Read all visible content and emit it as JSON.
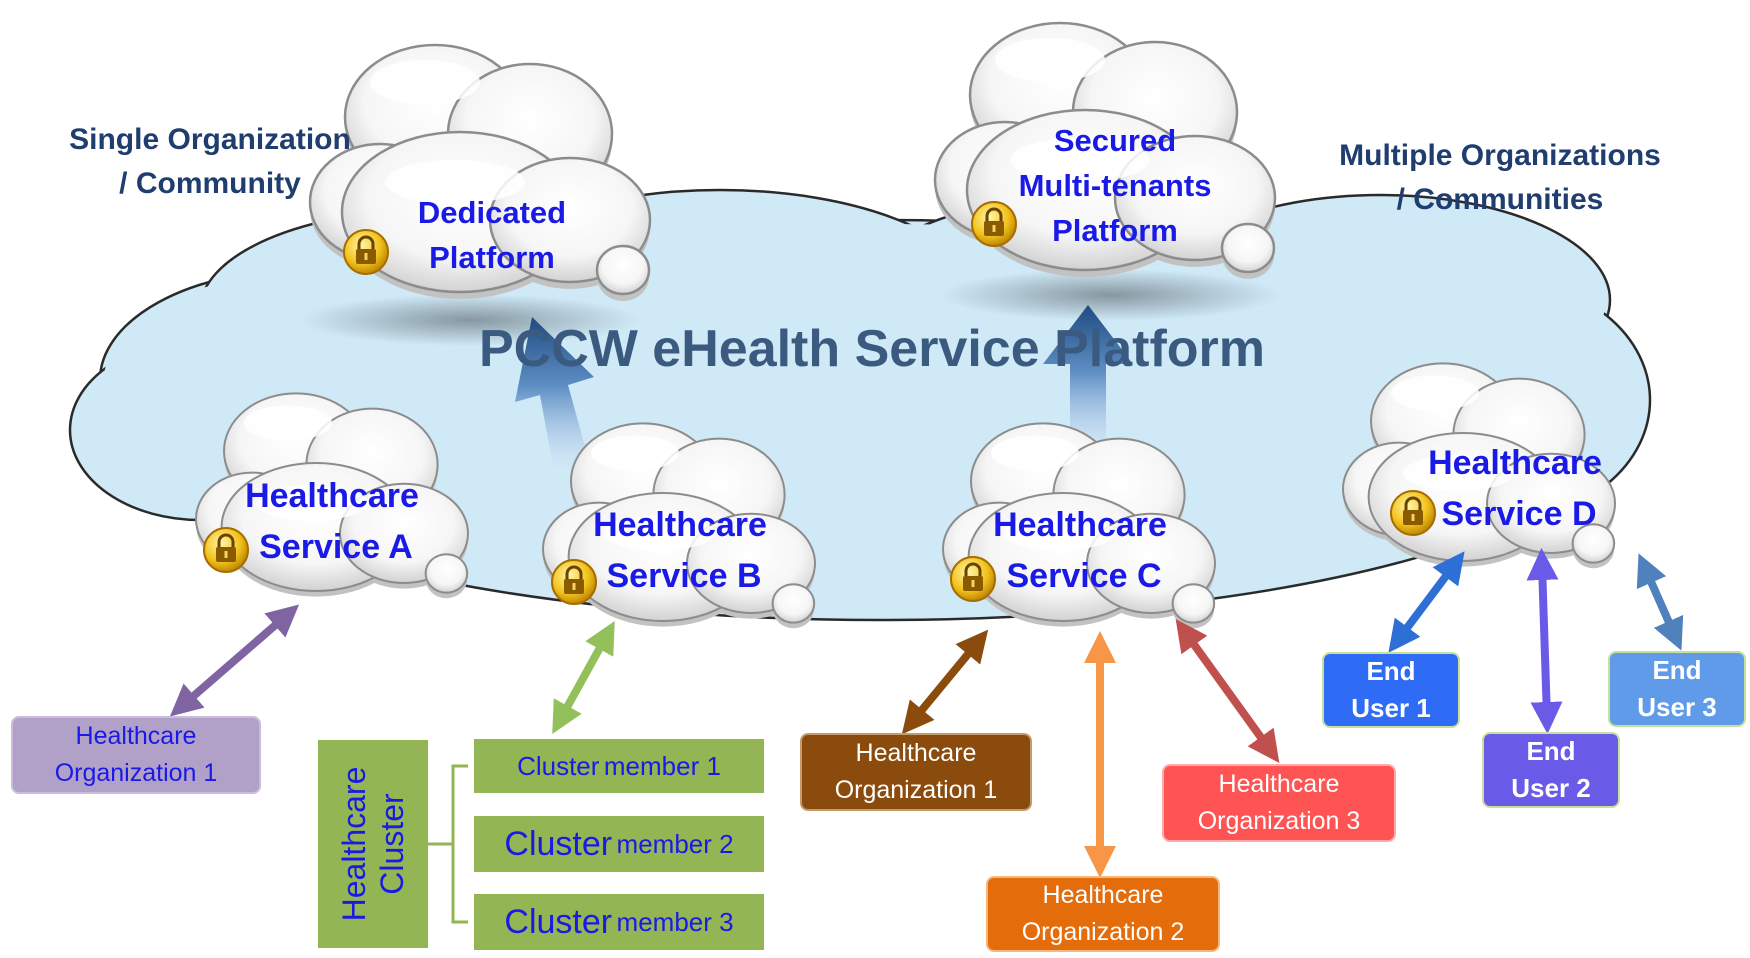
{
  "main_title": "PCCW eHealth Service Platform",
  "left_note": {
    "line1": "Single Organization",
    "line2": "/ Community"
  },
  "right_note": {
    "line1": "Multiple Organizations",
    "line2": "/ Communities"
  },
  "dedicated": {
    "line1": "Dedicated",
    "line2": "Platform"
  },
  "secured": {
    "line1": "Secured",
    "line2": "Multi-tenants",
    "line3": "Platform"
  },
  "services": {
    "a": {
      "line1": "Healthcare",
      "line2": "Service A"
    },
    "b": {
      "line1": "Healthcare",
      "line2": "Service B"
    },
    "c": {
      "line1": "Healthcare",
      "line2": "Service C"
    },
    "d": {
      "line1": "Healthcare",
      "line2": "Service D"
    }
  },
  "org_a": {
    "line1": "Healthcare",
    "line2": "Organization 1"
  },
  "cluster": {
    "label_line1": "Healthcare",
    "label_line2": "Cluster",
    "members": [
      {
        "prefix": "Cluster",
        "suffix": "member 1"
      },
      {
        "prefix": "Cluster",
        "suffix": "member 2"
      },
      {
        "prefix": "Cluster",
        "suffix": "member 3"
      }
    ]
  },
  "org_c1": {
    "line1": "Healthcare",
    "line2": "Organization 1"
  },
  "org_c2": {
    "line1": "Healthcare",
    "line2": "Organization 2"
  },
  "org_c3": {
    "line1": "Healthcare",
    "line2": "Organization 3"
  },
  "end_users": [
    {
      "line1": "End",
      "line2": "User 1"
    },
    {
      "line1": "End",
      "line2": "User 2"
    },
    {
      "line1": "End",
      "line2": "User 3"
    }
  ],
  "colors": {
    "base_cloud": "#cfe9f7",
    "label_blue": "#1a1ae6",
    "note_navy": "#1f3d6e",
    "title": "#3a5a80",
    "arrow_purple": "#8064a2",
    "arrow_green": "#93c05a",
    "arrow_brown": "#8a4b0c",
    "arrow_orange": "#f79646",
    "arrow_red": "#c0504d",
    "arrow_blue": "#2e6fd6",
    "arrow_violet": "#6a5ae8",
    "arrow_steel": "#4f81bd"
  },
  "icons": [
    "lock-icon",
    "cloud-shape"
  ]
}
